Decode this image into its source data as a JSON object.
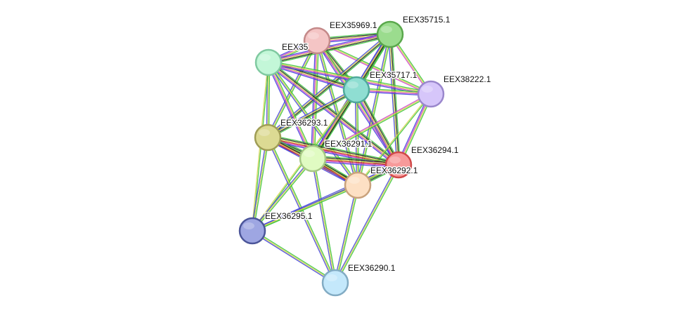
{
  "nodes": [
    {
      "id": "EEX35969.1",
      "label": "EEX35969.1",
      "fill": "#f4c5c5",
      "stroke": "#c48989"
    },
    {
      "id": "EEX35715.1",
      "label": "EEX35715.1",
      "fill": "#9bdc8e",
      "stroke": "#5aa84c"
    },
    {
      "id": "EEX35x",
      "label": "EEX35",
      "fill": "#c3f7d8",
      "stroke": "#7fc9a0"
    },
    {
      "id": "EEX35717.1",
      "label": "EEX35717.1",
      "fill": "#8fded2",
      "stroke": "#4fa99b"
    },
    {
      "id": "EEX38222.1",
      "label": "EEX38222.1",
      "fill": "#d6c6fa",
      "stroke": "#9a87cc"
    },
    {
      "id": "EEX36293.1",
      "label": "EEX36293.1",
      "fill": "#dcda93",
      "stroke": "#9f9d55"
    },
    {
      "id": "EEX36291.1",
      "label": "EEX36291.1",
      "fill": "#e0fbc2",
      "stroke": "#a6c785"
    },
    {
      "id": "EEX36294.1",
      "label": "EEX36294.1",
      "fill": "#f79a9a",
      "stroke": "#d04848"
    },
    {
      "id": "EEX36292.1",
      "label": "EEX36292.1",
      "fill": "#fde0c4",
      "stroke": "#c9a27c"
    },
    {
      "id": "EEX36295.1",
      "label": "EEX36295.1",
      "fill": "#9ea6e2",
      "stroke": "#4b5599"
    },
    {
      "id": "EEX36290.1",
      "label": "EEX36290.1",
      "fill": "#c4e8fb",
      "stroke": "#82abc3"
    }
  ],
  "edges": [
    {
      "source": "EEX35969.1",
      "target": "EEX35715.1",
      "colors": [
        "#3cc43c",
        "#222222",
        "#d4d44e",
        "#cc44cc",
        "#4444dd"
      ]
    },
    {
      "source": "EEX35969.1",
      "target": "EEX35x",
      "colors": [
        "#3cc43c",
        "#d4d44e",
        "#cc44cc",
        "#4444dd"
      ]
    },
    {
      "source": "EEX35969.1",
      "target": "EEX35717.1",
      "colors": [
        "#3cc43c",
        "#222222",
        "#d4d44e",
        "#cc44cc",
        "#4444dd"
      ]
    },
    {
      "source": "EEX35969.1",
      "target": "EEX38222.1",
      "colors": [
        "#3cc43c",
        "#d4d44e",
        "#cc44cc"
      ]
    },
    {
      "source": "EEX35969.1",
      "target": "EEX36293.1",
      "colors": [
        "#3cc43c",
        "#d4d44e",
        "#4444dd"
      ]
    },
    {
      "source": "EEX35969.1",
      "target": "EEX36291.1",
      "colors": [
        "#3cc43c",
        "#d4d44e",
        "#cc44cc",
        "#4444dd"
      ]
    },
    {
      "source": "EEX35969.1",
      "target": "EEX36294.1",
      "colors": [
        "#3cc43c",
        "#d4d44e",
        "#cc44cc",
        "#4444dd"
      ]
    },
    {
      "source": "EEX35969.1",
      "target": "EEX36292.1",
      "colors": [
        "#3cc43c",
        "#d4d44e",
        "#4444dd"
      ]
    },
    {
      "source": "EEX35715.1",
      "target": "EEX35x",
      "colors": [
        "#3cc43c",
        "#222222",
        "#d4d44e",
        "#cc44cc",
        "#4444dd"
      ]
    },
    {
      "source": "EEX35715.1",
      "target": "EEX35717.1",
      "colors": [
        "#3cc43c",
        "#222222",
        "#d4d44e",
        "#cc44cc",
        "#4444dd"
      ]
    },
    {
      "source": "EEX35715.1",
      "target": "EEX38222.1",
      "colors": [
        "#3cc43c",
        "#d4d44e",
        "#cc44cc"
      ]
    },
    {
      "source": "EEX35715.1",
      "target": "EEX36293.1",
      "colors": [
        "#3cc43c",
        "#222222",
        "#d4d44e",
        "#4444dd"
      ]
    },
    {
      "source": "EEX35715.1",
      "target": "EEX36291.1",
      "colors": [
        "#3cc43c",
        "#222222",
        "#d4d44e",
        "#4444dd"
      ]
    },
    {
      "source": "EEX35715.1",
      "target": "EEX36294.1",
      "colors": [
        "#3cc43c",
        "#222222",
        "#d4d44e",
        "#4444dd"
      ]
    },
    {
      "source": "EEX35715.1",
      "target": "EEX36292.1",
      "colors": [
        "#3cc43c",
        "#d4d44e",
        "#4444dd"
      ]
    },
    {
      "source": "EEX35x",
      "target": "EEX35717.1",
      "colors": [
        "#3cc43c",
        "#222222",
        "#d4d44e",
        "#cc44cc",
        "#4444dd"
      ]
    },
    {
      "source": "EEX35x",
      "target": "EEX38222.1",
      "colors": [
        "#3cc43c",
        "#d4d44e",
        "#cc44cc",
        "#4444dd"
      ]
    },
    {
      "source": "EEX35x",
      "target": "EEX36293.1",
      "colors": [
        "#3cc43c",
        "#d4d44e",
        "#4444dd"
      ]
    },
    {
      "source": "EEX35x",
      "target": "EEX36291.1",
      "colors": [
        "#3cc43c",
        "#d4d44e",
        "#cc44cc",
        "#4444dd"
      ]
    },
    {
      "source": "EEX35x",
      "target": "EEX36294.1",
      "colors": [
        "#3cc43c",
        "#222222",
        "#d4d44e",
        "#cc44cc",
        "#4444dd"
      ]
    },
    {
      "source": "EEX35x",
      "target": "EEX36292.1",
      "colors": [
        "#3cc43c",
        "#d4d44e",
        "#4444dd"
      ]
    },
    {
      "source": "EEX35x",
      "target": "EEX36295.1",
      "colors": [
        "#3cc43c",
        "#d4d44e"
      ]
    },
    {
      "source": "EEX35717.1",
      "target": "EEX38222.1",
      "colors": [
        "#3cc43c",
        "#d4d44e",
        "#cc44cc",
        "#4444dd"
      ]
    },
    {
      "source": "EEX35717.1",
      "target": "EEX36293.1",
      "colors": [
        "#3cc43c",
        "#222222",
        "#d4d44e",
        "#4444dd"
      ]
    },
    {
      "source": "EEX35717.1",
      "target": "EEX36291.1",
      "colors": [
        "#3cc43c",
        "#222222",
        "#d4d44e",
        "#cc44cc",
        "#4444dd"
      ]
    },
    {
      "source": "EEX35717.1",
      "target": "EEX36294.1",
      "colors": [
        "#3cc43c",
        "#222222",
        "#d4d44e",
        "#cc44cc",
        "#4444dd"
      ]
    },
    {
      "source": "EEX35717.1",
      "target": "EEX36292.1",
      "colors": [
        "#3cc43c",
        "#d4d44e",
        "#4444dd"
      ]
    },
    {
      "source": "EEX35717.1",
      "target": "EEX36295.1",
      "colors": [
        "#3cc43c",
        "#d4d44e"
      ]
    },
    {
      "source": "EEX38222.1",
      "target": "EEX36291.1",
      "colors": [
        "#3cc43c",
        "#d4d44e",
        "#cc44cc"
      ]
    },
    {
      "source": "EEX38222.1",
      "target": "EEX36294.1",
      "colors": [
        "#3cc43c",
        "#d4d44e",
        "#cc44cc",
        "#4444dd"
      ]
    },
    {
      "source": "EEX38222.1",
      "target": "EEX36292.1",
      "colors": [
        "#3cc43c",
        "#d4d44e"
      ]
    },
    {
      "source": "EEX36293.1",
      "target": "EEX36291.1",
      "colors": [
        "#3cc43c",
        "#222222",
        "#d4d44e",
        "#cc2222",
        "#cc44cc",
        "#4444dd"
      ]
    },
    {
      "source": "EEX36293.1",
      "target": "EEX36294.1",
      "colors": [
        "#3cc43c",
        "#222222",
        "#d4d44e",
        "#cc2222",
        "#cc44cc",
        "#4444dd"
      ]
    },
    {
      "source": "EEX36293.1",
      "target": "EEX36292.1",
      "colors": [
        "#3cc43c",
        "#222222",
        "#d4d44e",
        "#cc2222",
        "#4444dd"
      ]
    },
    {
      "source": "EEX36293.1",
      "target": "EEX36295.1",
      "colors": [
        "#3cc43c",
        "#d4d44e",
        "#4444dd"
      ]
    },
    {
      "source": "EEX36293.1",
      "target": "EEX36290.1",
      "colors": [
        "#3cc43c",
        "#d4d44e",
        "#4444dd"
      ]
    },
    {
      "source": "EEX36291.1",
      "target": "EEX36294.1",
      "colors": [
        "#3cc43c",
        "#222222",
        "#d4d44e",
        "#cc2222",
        "#cc44cc",
        "#4444dd"
      ]
    },
    {
      "source": "EEX36291.1",
      "target": "EEX36292.1",
      "colors": [
        "#3cc43c",
        "#222222",
        "#d4d44e",
        "#cc2222",
        "#4444dd"
      ]
    },
    {
      "source": "EEX36291.1",
      "target": "EEX36295.1",
      "colors": [
        "#3cc43c",
        "#d4d44e",
        "#4444dd"
      ]
    },
    {
      "source": "EEX36291.1",
      "target": "EEX36290.1",
      "colors": [
        "#3cc43c",
        "#d4d44e",
        "#4444dd"
      ]
    },
    {
      "source": "EEX36294.1",
      "target": "EEX36292.1",
      "colors": [
        "#3cc43c",
        "#222222",
        "#d4d44e",
        "#cc2222",
        "#4444dd"
      ]
    },
    {
      "source": "EEX36294.1",
      "target": "EEX36295.1",
      "colors": [
        "#3cc43c",
        "#d4d44e",
        "#4444dd"
      ]
    },
    {
      "source": "EEX36294.1",
      "target": "EEX36290.1",
      "colors": [
        "#3cc43c",
        "#d4d44e",
        "#4444dd"
      ]
    },
    {
      "source": "EEX36292.1",
      "target": "EEX36295.1",
      "colors": [
        "#3cc43c",
        "#d4d44e",
        "#4444dd"
      ]
    },
    {
      "source": "EEX36292.1",
      "target": "EEX36290.1",
      "colors": [
        "#3cc43c",
        "#d4d44e",
        "#4444dd"
      ]
    },
    {
      "source": "EEX36295.1",
      "target": "EEX36290.1",
      "colors": [
        "#3cc43c",
        "#d4d44e",
        "#4444dd"
      ]
    }
  ]
}
